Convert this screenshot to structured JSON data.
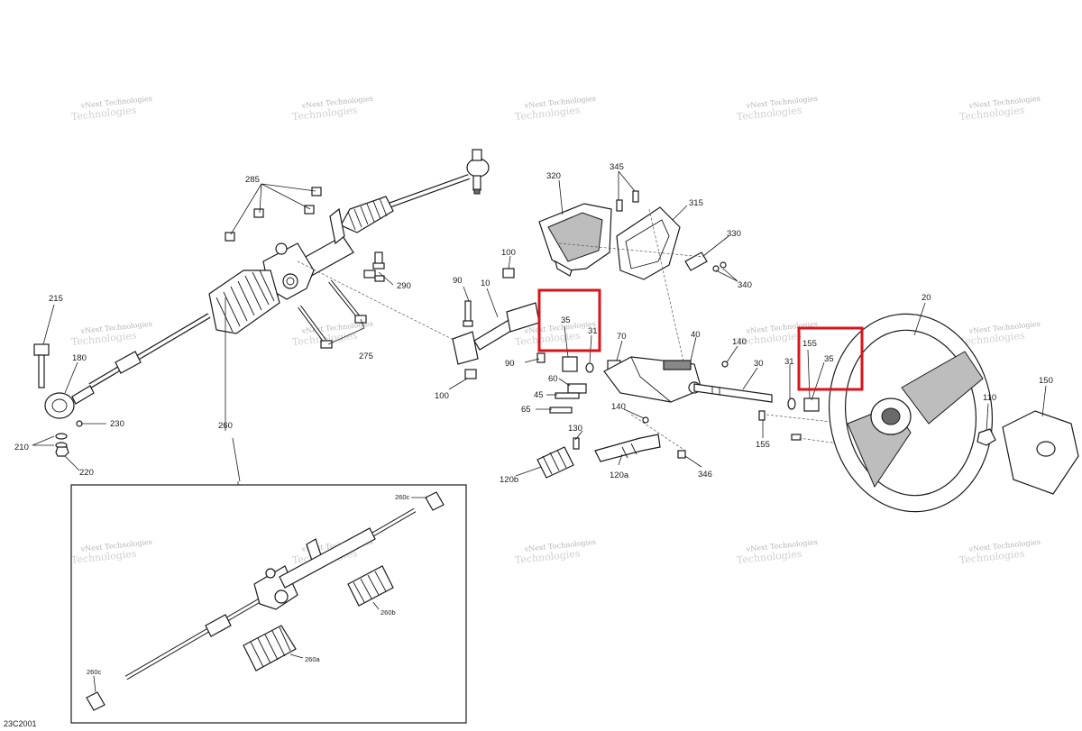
{
  "diagram_code": "23C2001",
  "watermark": {
    "line1": "vNext Technologies",
    "line2": "Technologies"
  },
  "highlight_color": "#d9141b",
  "labels": {
    "l285": "285",
    "l290": "290",
    "l275": "275",
    "l215": "215",
    "l180": "180",
    "l230": "230",
    "l210": "210",
    "l220": "220",
    "l260": "260",
    "l100a": "100",
    "l100b": "100",
    "l90a": "90",
    "l90b": "90",
    "l10": "10",
    "l35a": "35",
    "l31a": "31",
    "l70": "70",
    "l60": "60",
    "l45": "45",
    "l65": "65",
    "l320": "320",
    "l345": "345",
    "l315": "315",
    "l330": "330",
    "l340": "340",
    "l40": "40",
    "l140a": "140",
    "l140b": "140",
    "l130": "130",
    "l120a": "120a",
    "l120b": "120b",
    "l346": "346",
    "l30": "30",
    "l31b": "31",
    "l155a": "155",
    "l35b": "35",
    "l155b": "155",
    "l20": "20",
    "l110": "110",
    "l150": "150",
    "l260c_top": "260c",
    "l260b": "260b",
    "l260a": "260a",
    "l260c_bot": "260c"
  }
}
